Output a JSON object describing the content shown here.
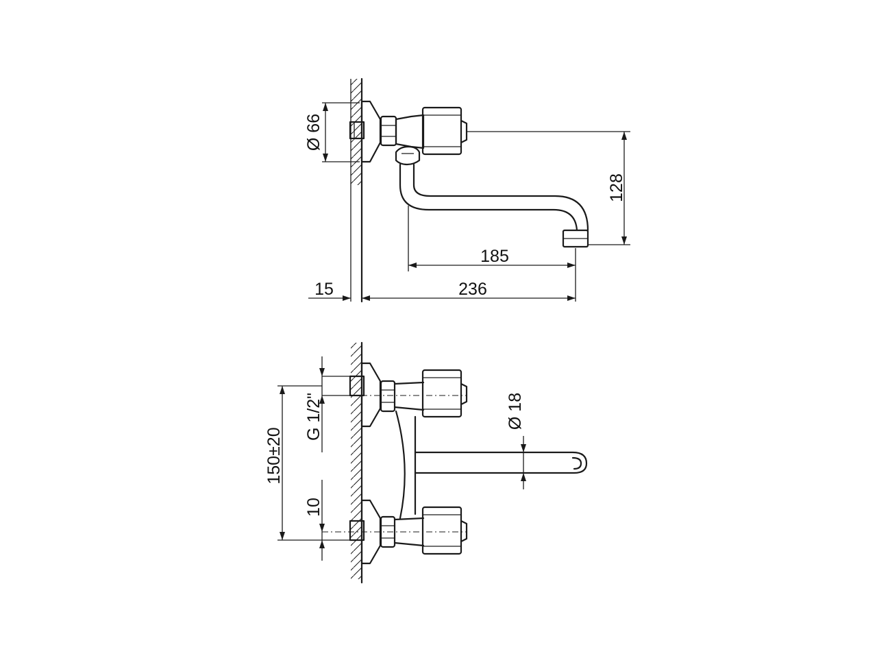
{
  "dimensions": {
    "flange_diameter": "Ø 66",
    "spout_height": "128",
    "spout_reach": "185",
    "wall_offset": "15",
    "total_projection": "236",
    "pipe_diameter": "Ø 18",
    "thread_size": "G 1/2\"",
    "inlet_spacing": "150±20",
    "inlet_depth": "10"
  }
}
